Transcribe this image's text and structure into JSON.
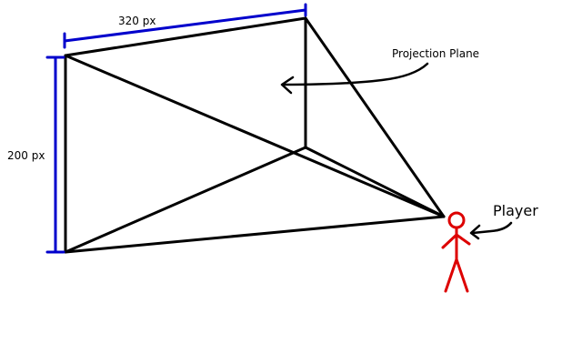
{
  "labels": {
    "width": "320 px",
    "height": "200 px",
    "projection_plane": "Projection Plane",
    "player": "Player"
  },
  "colors": {
    "lines": "#000000",
    "dimensions": "#0000cc",
    "player": "#dd0000"
  }
}
